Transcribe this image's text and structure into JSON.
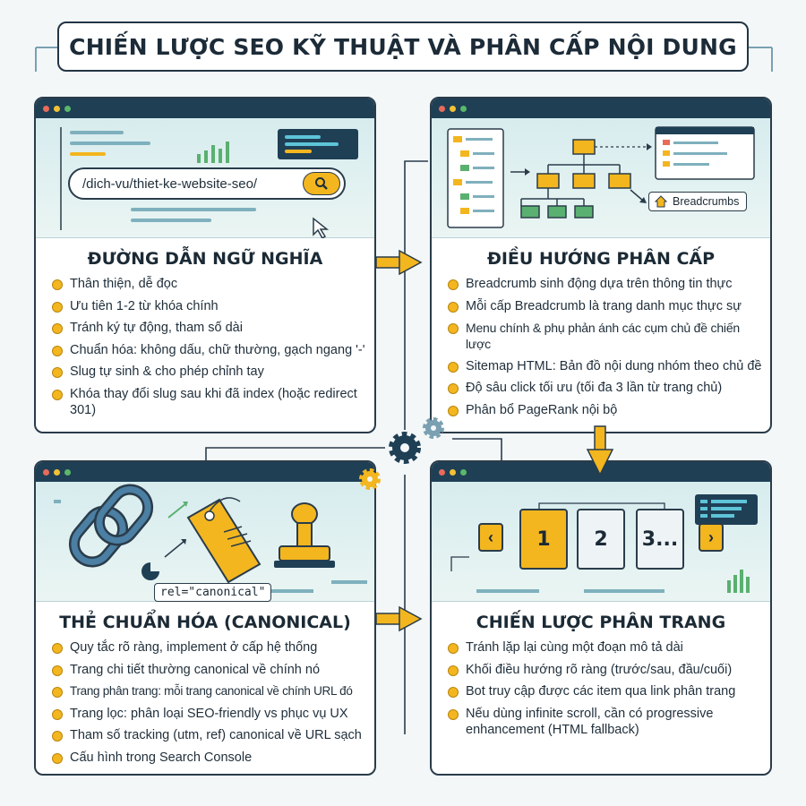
{
  "title": "CHIẾN LƯỢC SEO KỸ THUẬT VÀ PHÂN CẤP NỘI DUNG",
  "panels": {
    "p1": {
      "title": "ĐƯỜNG DẪN NGỮ NGHĨA",
      "url": "/dich-vu/thiet-ke-website-seo/",
      "items": [
        "Thân thiện, dễ đọc",
        "Ưu tiên 1-2 từ khóa chính",
        "Tránh ký tự động, tham số dài",
        "Chuẩn hóa: không dấu, chữ thường, gạch ngang '-'",
        "Slug tự sinh & cho phép chỉnh tay",
        "Khóa thay đổi slug sau khi đã index (hoặc redirect 301)"
      ]
    },
    "p2": {
      "title": "ĐIỀU HƯỚNG PHÂN CẤP",
      "breadcrumb_label": "Breadcrumbs",
      "items": [
        "Breadcrumb sinh động dựa trên thông tin thực",
        "Mỗi cấp Breadcrumb là trang danh mục thực sự",
        "Menu chính & phụ phản ánh các cụm chủ đề chiến lược",
        "Sitemap HTML: Bản đồ nội dung nhóm theo chủ đề",
        "Độ sâu click tối ưu (tối đa 3 lần từ trang chủ)",
        "Phân bổ PageRank nội bộ"
      ]
    },
    "p3": {
      "title": "THẺ CHUẨN HÓA (CANONICAL)",
      "canonical_label": "rel=\"canonical\"",
      "items": [
        "Quy tắc rõ ràng, implement ở cấp hệ thống",
        "Trang chi tiết thường canonical về chính nó",
        "Trang phân trang: mỗi trang canonical về chính URL đó",
        "Trang lọc: phân loại SEO-friendly vs phục vụ UX",
        "Tham số tracking (utm, ref) canonical về URL sạch",
        "Cấu hình trong Search Console"
      ]
    },
    "p4": {
      "title": "CHIẾN LƯỢC PHÂN TRANG",
      "pages": [
        "1",
        "2",
        "3..."
      ],
      "items": [
        "Tránh lặp lại cùng một đoạn mô tả dài",
        "Khối điều hướng rõ ràng (trước/sau, đầu/cuối)",
        "Bot truy cập được các item qua link phân trang",
        "Nếu dùng infinite scroll, cần có progressive enhancement (HTML fallback)"
      ]
    }
  },
  "colors": {
    "accent": "#f3b61f",
    "dark": "#1f3f55",
    "teal": "#d7ecee"
  }
}
